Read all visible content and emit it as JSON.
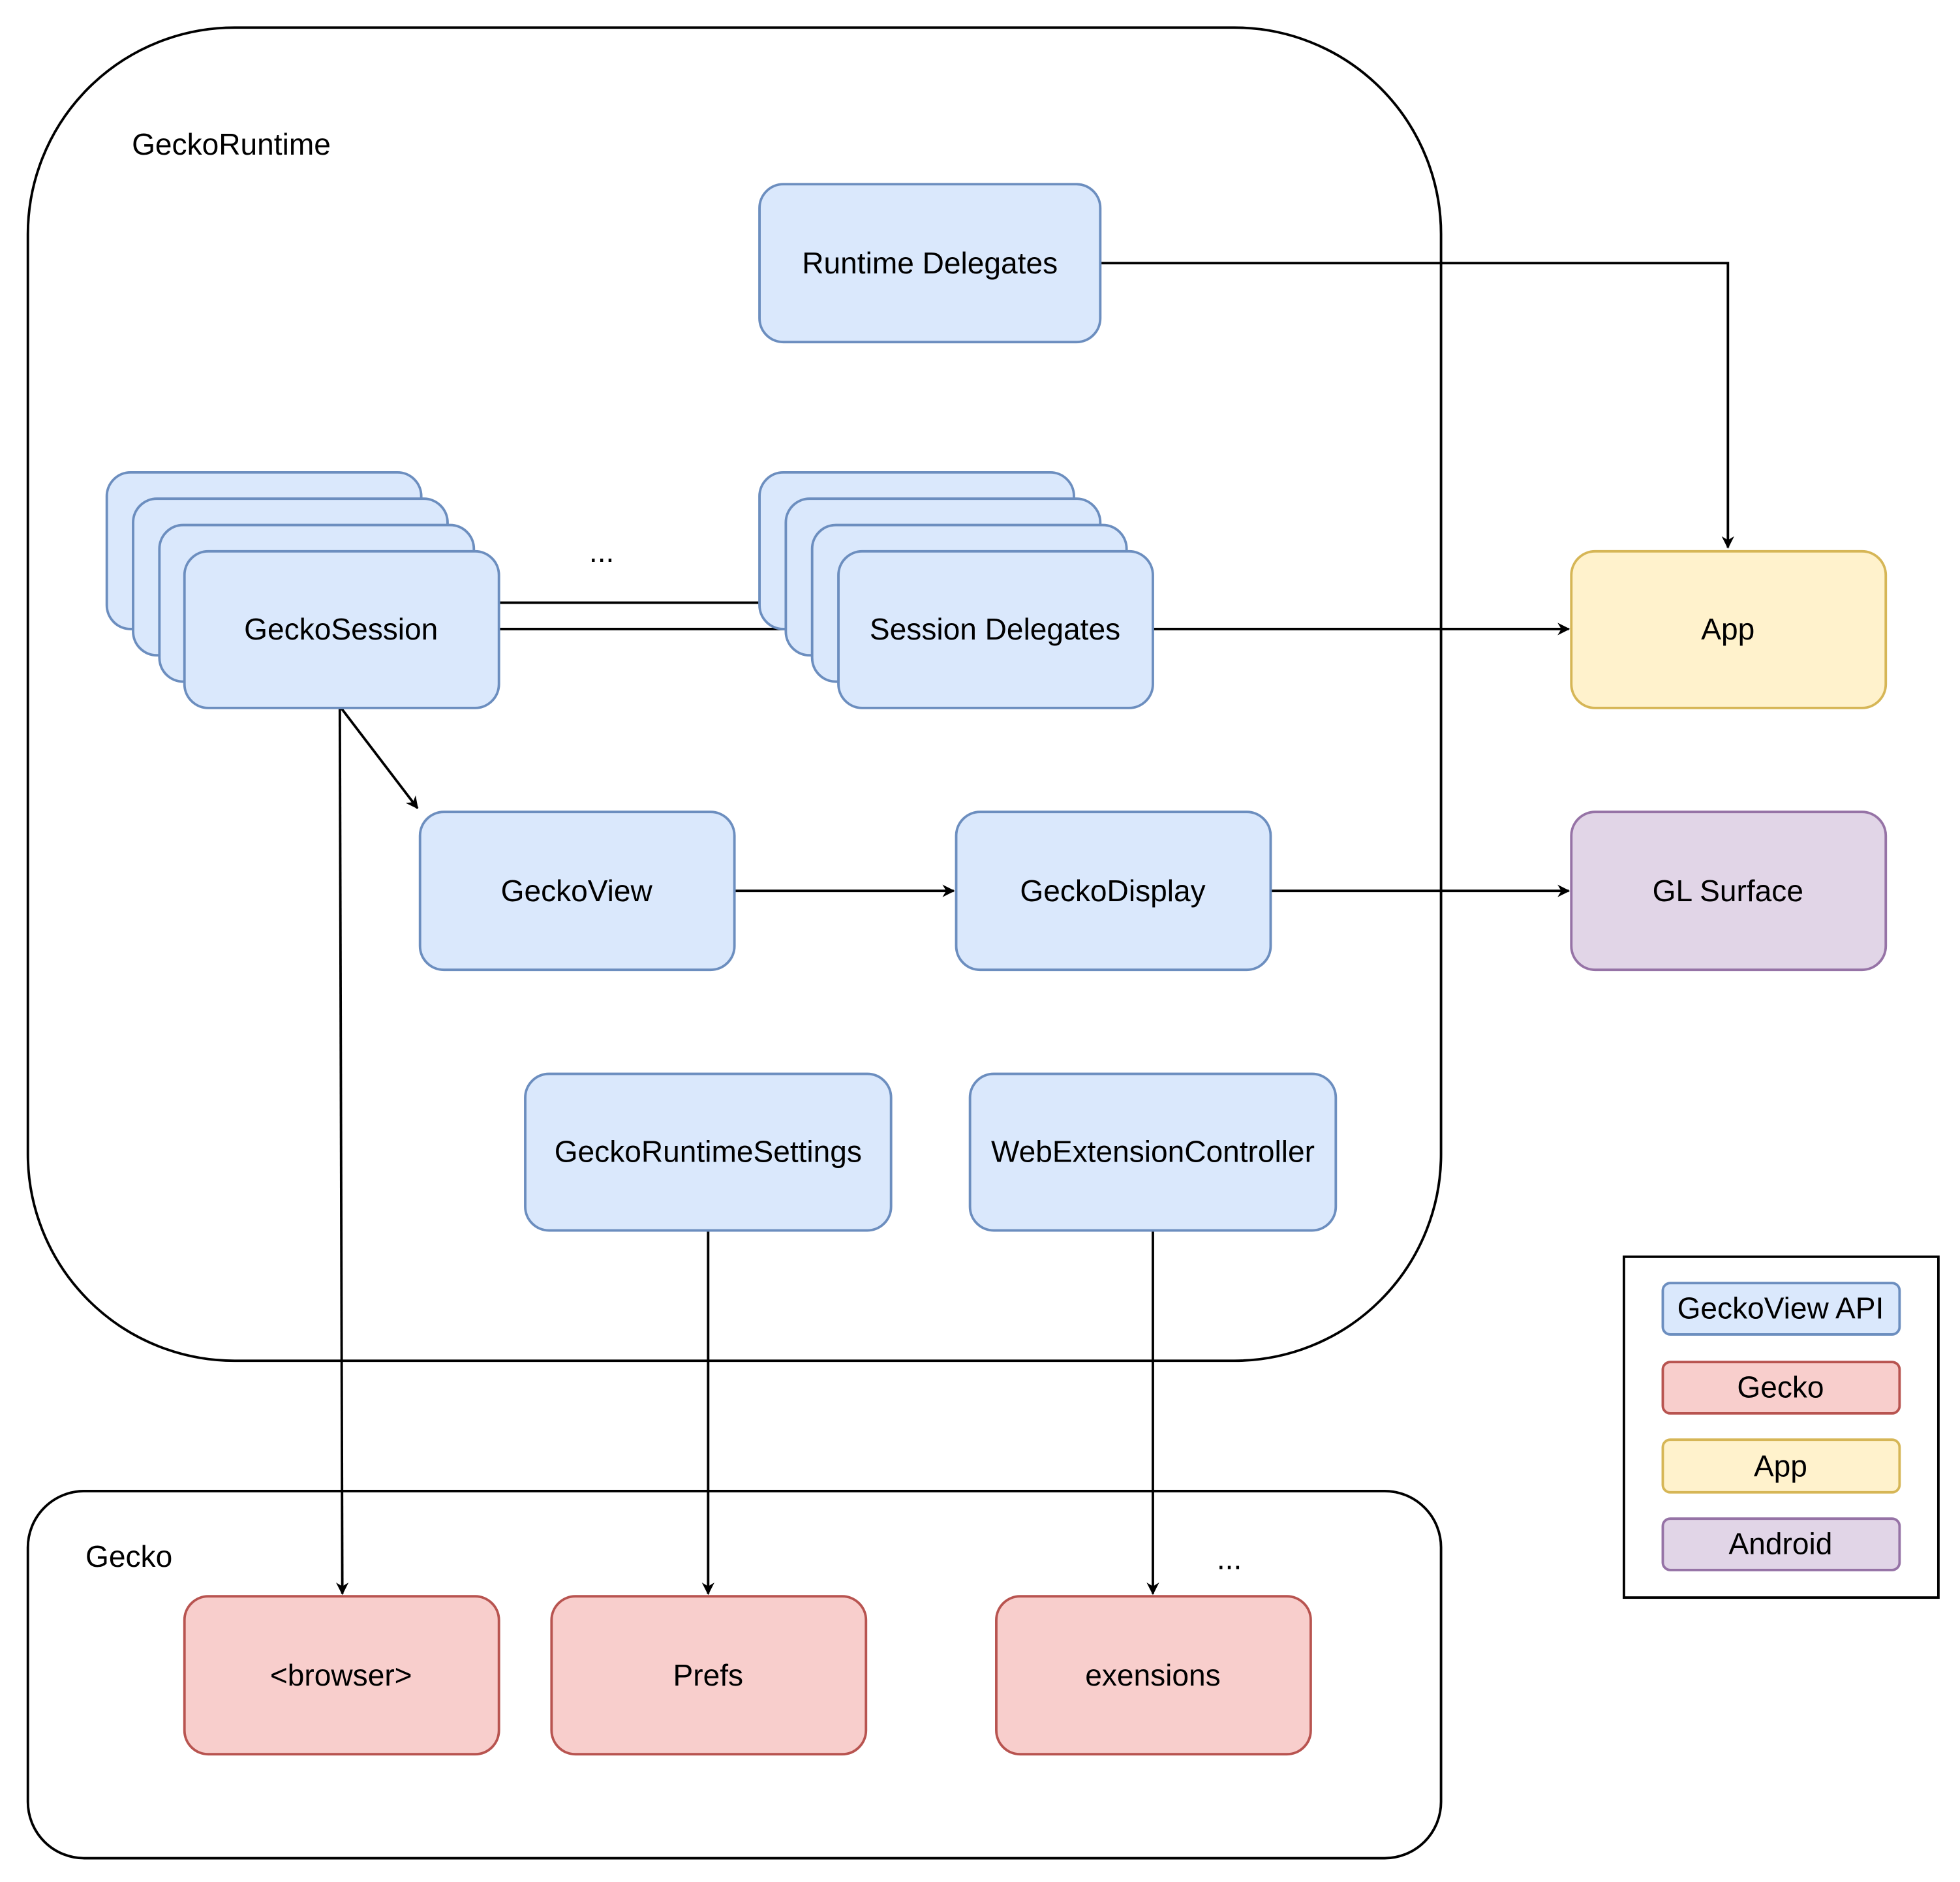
{
  "containers": {
    "runtime_label": "GeckoRuntime",
    "gecko_label": "Gecko"
  },
  "nodes": {
    "runtime_delegates": "Runtime Delegates",
    "gecko_session": "GeckoSession",
    "session_delegates": "Session Delegates",
    "ellipsis_sessions": "...",
    "app": "App",
    "gecko_view": "GeckoView",
    "gecko_display": "GeckoDisplay",
    "gl_surface": "GL Surface",
    "runtime_settings": "GeckoRuntimeSettings",
    "webext_controller": "WebExtensionController",
    "browser": "<browser>",
    "prefs": "Prefs",
    "extensions": "exensions",
    "ellipsis_gecko": "..."
  },
  "legend": {
    "items": [
      "GeckoView API",
      "Gecko",
      "App",
      "Android"
    ],
    "colors": {
      "api_fill": "#dae8fc",
      "api_stroke": "#6c8ebf",
      "gecko_fill": "#f8cecc",
      "gecko_stroke": "#b85450",
      "app_fill": "#fff2cc",
      "app_stroke": "#d6b656",
      "android_fill": "#e1d5e7",
      "android_stroke": "#9673a6"
    }
  }
}
